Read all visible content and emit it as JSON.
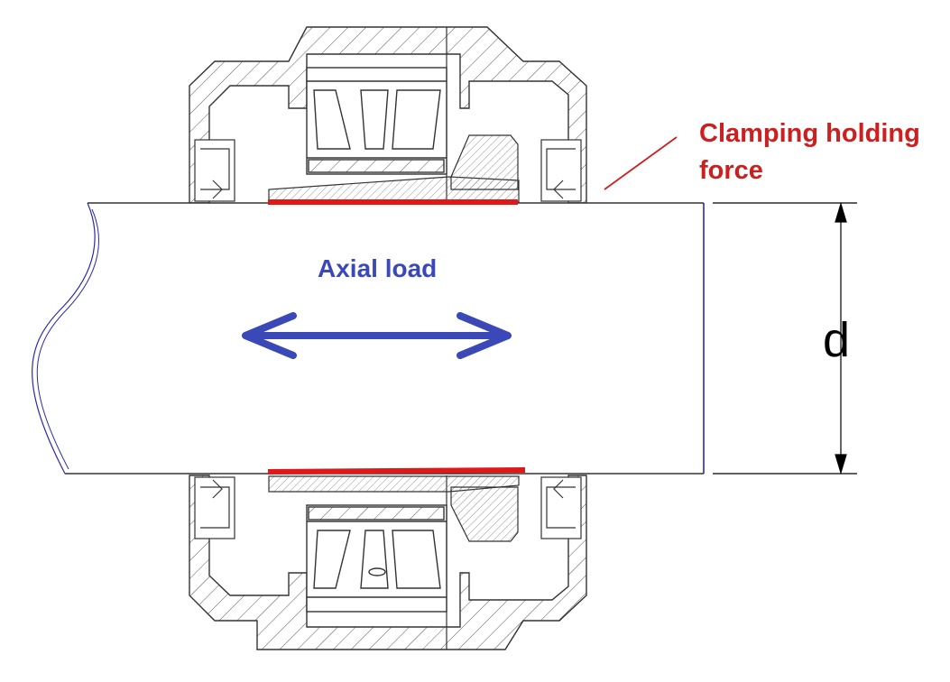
{
  "labels": {
    "clamping": "Clamping holding force",
    "axial": "Axial load",
    "diameter": "d"
  },
  "colors": {
    "clamp": "#cc2020",
    "axial": "#3a48b8",
    "line": "#333333",
    "shaft_end": "#2a2ab0",
    "contact": "#e01818",
    "hatch": "#555555"
  }
}
